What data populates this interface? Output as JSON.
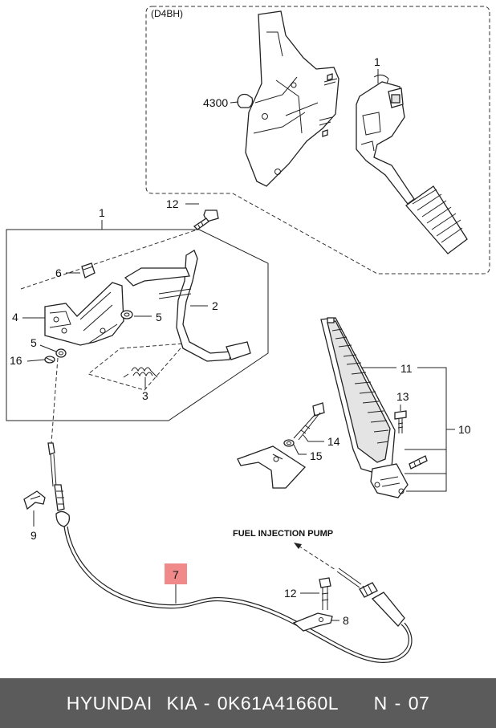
{
  "variant_label": "(D4BH)",
  "callouts": {
    "c1_top": "1",
    "c4300": "4300",
    "c12_top": "12",
    "c1_box": "1",
    "c6": "6",
    "c2": "2",
    "c4": "4",
    "c5_right": "5",
    "c5_left": "5",
    "c16": "16",
    "c3": "3",
    "c11": "11",
    "c13": "13",
    "c10": "10",
    "c14": "14",
    "c15": "15",
    "c9": "9",
    "c7": "7",
    "c12_bottom": "12",
    "c8": "8"
  },
  "fuel_pump_label": "FUEL INJECTION PUMP",
  "highlight_color": "#f08a8a",
  "footer": {
    "text": "HYUNDAI  KIA - 0K61A41660L     N - 07",
    "background": "#5b5b5b"
  }
}
